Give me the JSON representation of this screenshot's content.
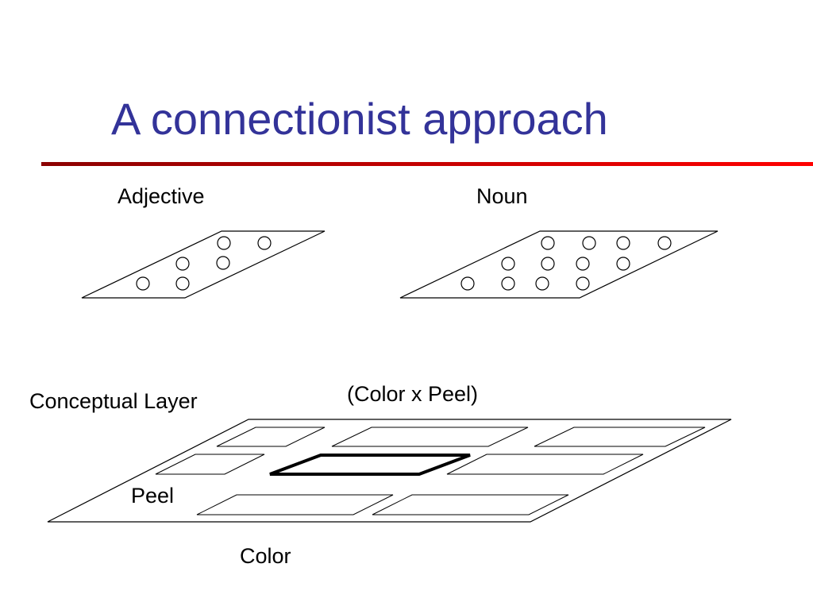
{
  "slide": {
    "title": "A connectionist approach",
    "title_color": "#333399",
    "rule_color_start": "#8b0000",
    "rule_color_end": "#ff0000"
  },
  "labels": {
    "adjective": "Adjective",
    "noun": "Noun",
    "conceptual_layer": "Conceptual Layer",
    "color_x_peel": "(Color x Peel)",
    "peel": "Peel",
    "color": "Color"
  },
  "layers": {
    "adjective_units": 6,
    "noun_units": 12,
    "conceptual_cells": 8,
    "highlighted_cell": "color-x-peel"
  }
}
